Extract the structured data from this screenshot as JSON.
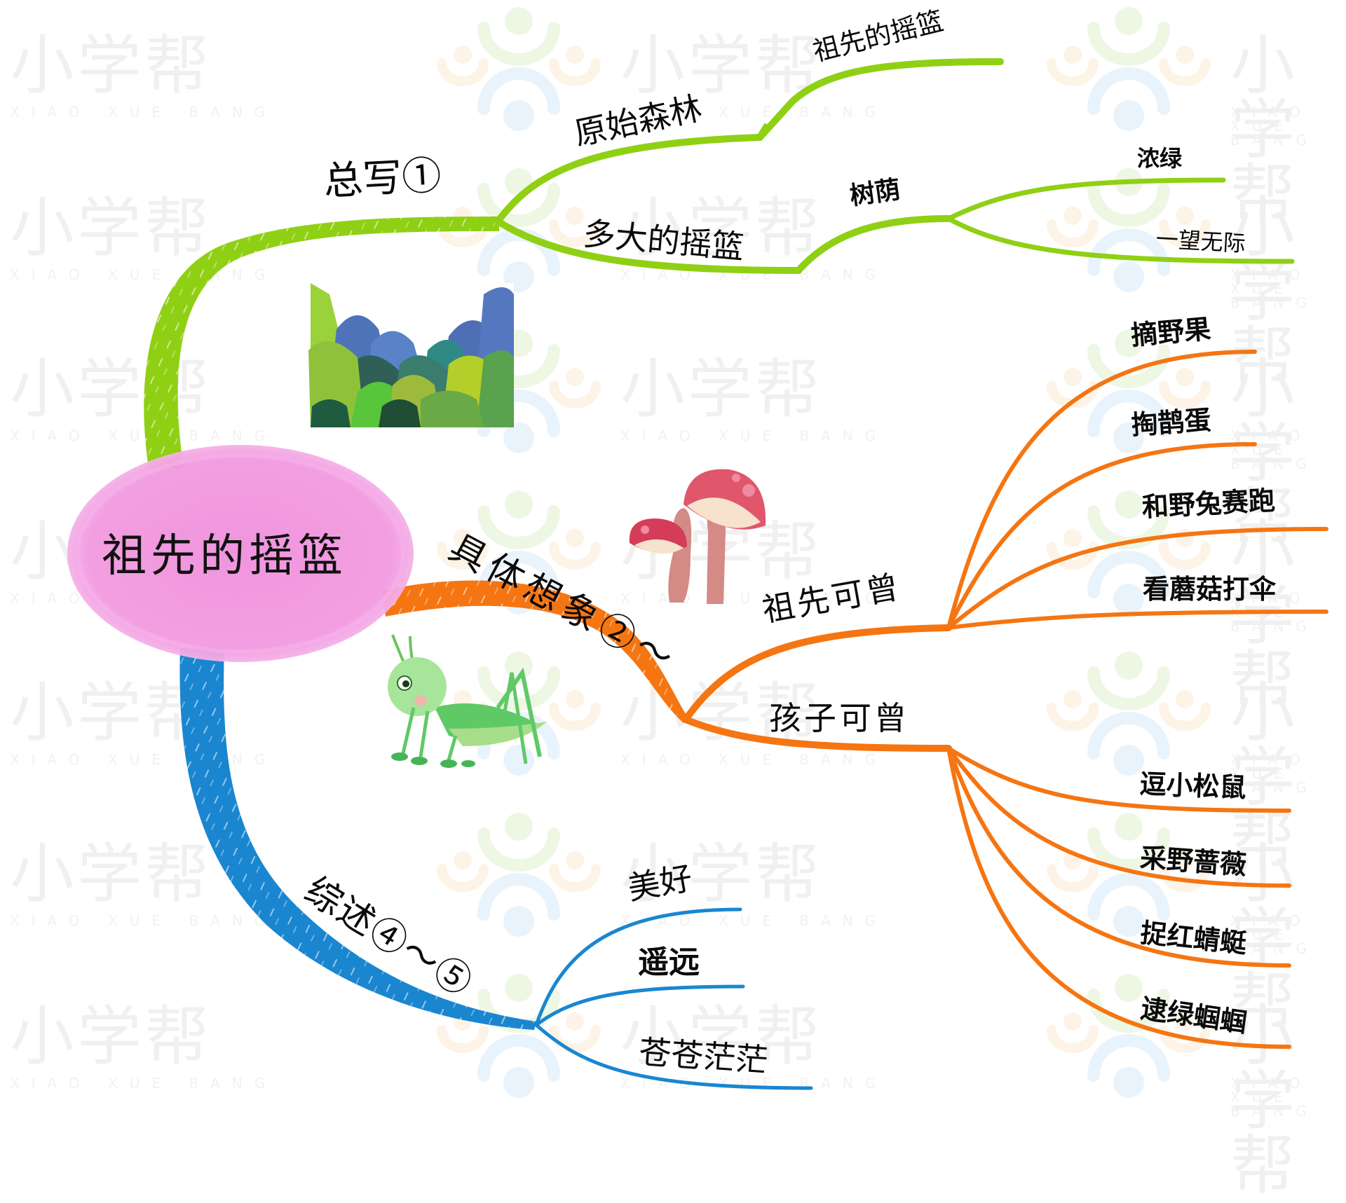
{
  "watermark": {
    "brand": "小学帮",
    "brand_latin": "XIAO XUE BANG",
    "logo_colors": {
      "top": "#eef7e4",
      "sides": "#fdf3e6",
      "bottom": "#e9f3fb"
    },
    "text_color": "#f0f0f0"
  },
  "colors": {
    "center_node": "#f29ae0",
    "branch_green": "#8fd014",
    "branch_orange": "#f57512",
    "branch_blue": "#1a86d0",
    "text": "#0a0a0a"
  },
  "center": {
    "title": "祖先的摇篮"
  },
  "branches": {
    "green": {
      "label": "总写①",
      "children": [
        {
          "label": "原始森林",
          "children": [
            {
              "label": "祖先的摇篮"
            }
          ]
        },
        {
          "label": "多大的摇篮",
          "children": [
            {
              "label": "树荫",
              "children": [
                {
                  "label": "浓绿"
                },
                {
                  "label": "一望无际"
                }
              ]
            }
          ]
        }
      ]
    },
    "orange": {
      "label": "具体想象②～",
      "children": [
        {
          "label": "祖先可曾",
          "children": [
            {
              "label": "摘野果"
            },
            {
              "label": "掏鹊蛋"
            },
            {
              "label": "和野兔赛跑"
            },
            {
              "label": "看蘑菇打伞"
            }
          ]
        },
        {
          "label": "孩子可曾",
          "children": [
            {
              "label": "逗小松鼠"
            },
            {
              "label": "采野蔷薇"
            },
            {
              "label": "捉红蜻蜓"
            },
            {
              "label": "逮绿蝈蝈"
            }
          ]
        }
      ]
    },
    "blue": {
      "label": "综述④～⑤",
      "children": [
        {
          "label": "美好"
        },
        {
          "label": "遥远"
        },
        {
          "label": "苍苍茫茫"
        }
      ]
    }
  },
  "illustrations": {
    "forest": "forest-illustration",
    "mushroom": "mushroom-illustration",
    "grasshopper": "grasshopper-illustration"
  }
}
